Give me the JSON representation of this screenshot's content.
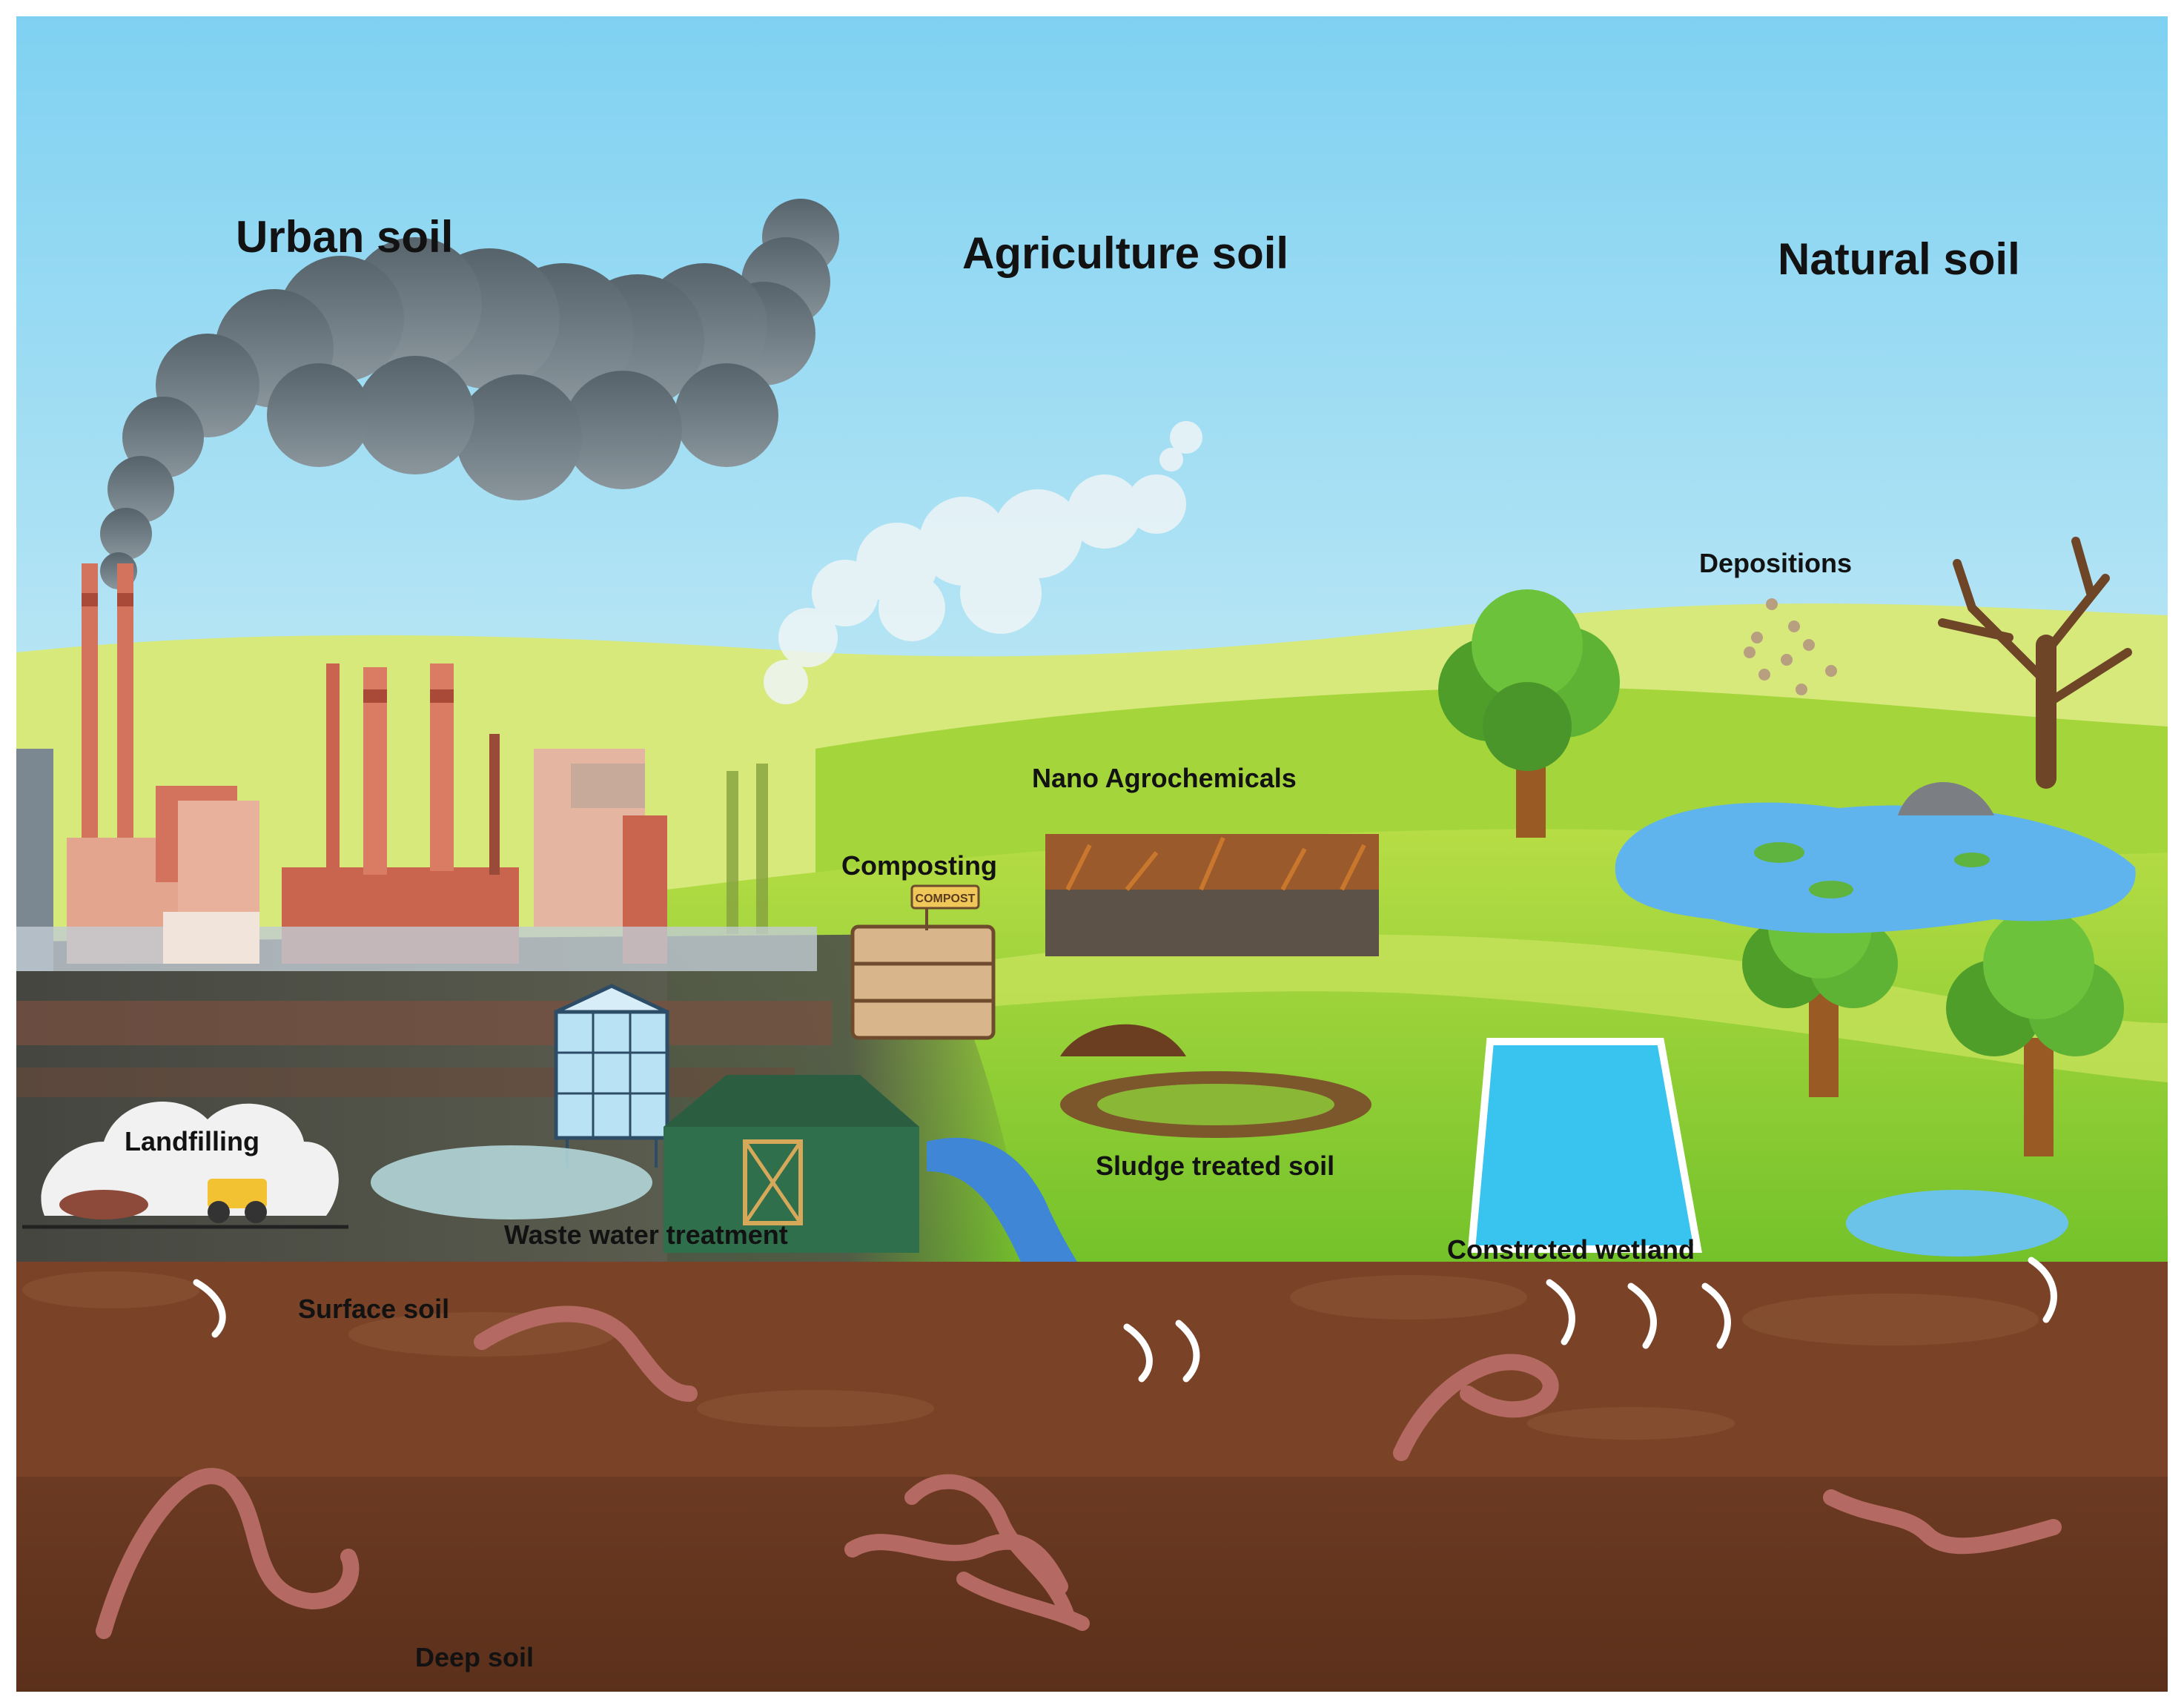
{
  "title_regions": {
    "urban": "Urban soil",
    "agriculture": "Agriculture soil",
    "natural": "Natural soil"
  },
  "labels": {
    "depositions": "Depositions",
    "nano_agrochemicals": "Nano Agrochemicals",
    "composting": "Composting",
    "compost_sign": "COMPOST",
    "landfilling": "Landfilling",
    "waste_water_treatment": "Waste water treatment",
    "sludge_treated_soil": "Sludge treated soil",
    "constructed_wetland": "Constrcted wetland",
    "surface_soil": "Surface soil",
    "deep_soil": "Deep soil"
  },
  "colors": {
    "sky_top": "#7fd1f2",
    "sky_bottom": "#dff3f6",
    "hill_far": "#d9ea7a",
    "grass": "#86cc2e",
    "surface_soil": "#7a4327",
    "deep_soil": "#65361f",
    "smoke_dark": "#5f6b72",
    "factory_brick": "#d4735d",
    "pond": "#5fb4ee",
    "wetland": "#38c4ef",
    "barn": "#2f6f4c",
    "worm": "#b46a62"
  }
}
